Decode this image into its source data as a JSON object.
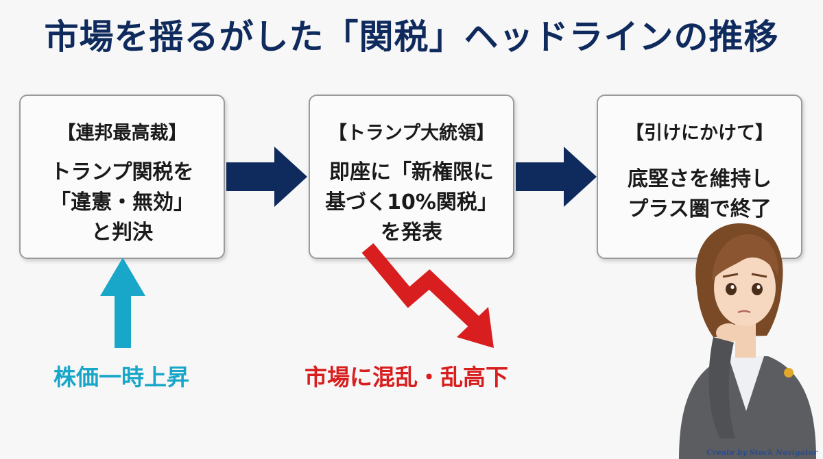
{
  "title": "市場を揺るがした「関税」ヘッドラインの推移",
  "steps": [
    {
      "header": "【連邦最高裁】",
      "lines": [
        "トランプ関税を",
        "「違憲・無効」",
        "と判決"
      ]
    },
    {
      "header": "【トランプ大統領】",
      "lines": [
        "即座に「新権限に",
        "基づく10%関税」",
        "を発表"
      ]
    },
    {
      "header": "【引けにかけて】",
      "lines": [
        "底堅さを維持し",
        "プラス圏で終了"
      ]
    }
  ],
  "reactions": {
    "up_label": "株価一時上昇",
    "down_label": "市場に混乱・乱高下"
  },
  "colors": {
    "title": "#0f2a5c",
    "flow_arrow": "#0f2a5c",
    "up_arrow": "#18a6c9",
    "down_arrow": "#d81e1e"
  },
  "credit": "Create by Stock Navigator"
}
